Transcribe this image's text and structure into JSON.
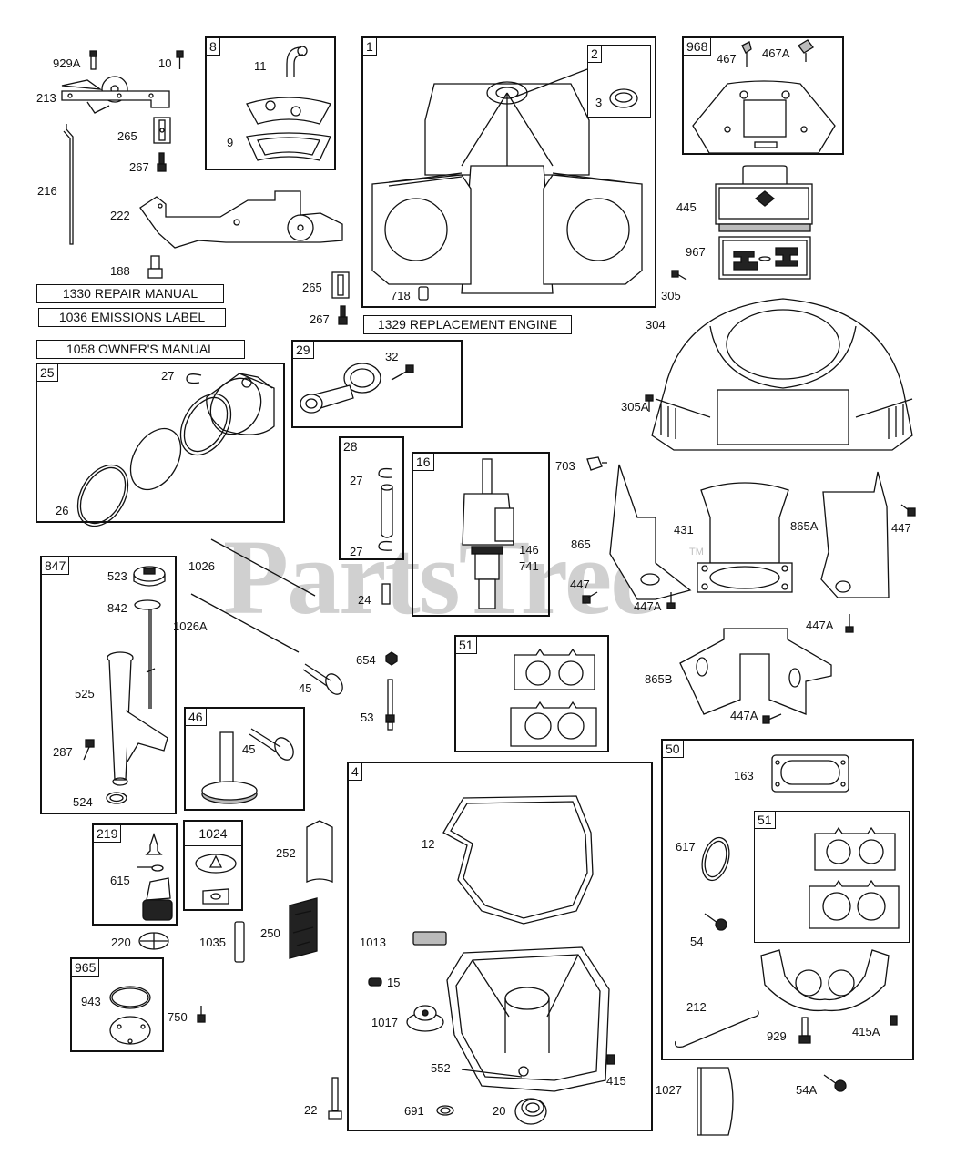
{
  "watermark": {
    "text": "PartsTree",
    "trademark": "TM"
  },
  "documents": {
    "repair_manual": "1330 REPAIR MANUAL",
    "emissions_label": "1036 EMISSIONS LABEL",
    "owners_manual": "1058 OWNER'S MANUAL",
    "replacement_engine": "1329 REPLACEMENT ENGINE"
  },
  "kits": {
    "k1": "1",
    "k2": "2",
    "k8": "8",
    "k968": "968",
    "k25": "25",
    "k29": "29",
    "k28": "28",
    "k16": "16",
    "k847": "847",
    "k46": "46",
    "k51": "51",
    "k4": "4",
    "k50": "50",
    "k51b": "51",
    "k219": "219",
    "k1024": "1024",
    "k965": "965"
  },
  "parts": {
    "p929A": "929A",
    "p10": "10",
    "p213": "213",
    "p265a": "265",
    "p267a": "267",
    "p216": "216",
    "p222": "222",
    "p188": "188",
    "p265b": "265",
    "p267b": "267",
    "p11": "11",
    "p9": "9",
    "p3": "3",
    "p718": "718",
    "p467": "467",
    "p467A": "467A",
    "p445": "445",
    "p967": "967",
    "p305": "305",
    "p304": "304",
    "p305A": "305A",
    "p27a": "27",
    "p26": "26",
    "p32": "32",
    "p27b": "27",
    "p27c": "27",
    "p24": "24",
    "p146": "146",
    "p741": "741",
    "p703": "703",
    "p865": "865",
    "p431": "431",
    "p865A": "865A",
    "p447a": "447",
    "p447b": "447",
    "p447Aa": "447A",
    "p447Ab": "447A",
    "p865B": "865B",
    "p447Ac": "447A",
    "p523": "523",
    "p842": "842",
    "p525": "525",
    "p287": "287",
    "p524": "524",
    "p1026": "1026",
    "p1026A": "1026A",
    "p45a": "45",
    "p45b": "45",
    "p654": "654",
    "p53": "53",
    "p615": "615",
    "p220": "220",
    "p1035": "1035",
    "p252": "252",
    "p250": "250",
    "p943": "943",
    "p750": "750",
    "p22": "22",
    "p12": "12",
    "p1013": "1013",
    "p15": "15",
    "p1017": "1017",
    "p552": "552",
    "p415": "415",
    "p691": "691",
    "p20": "20",
    "p163": "163",
    "p617": "617",
    "p54": "54",
    "p212": "212",
    "p929": "929",
    "p415A": "415A",
    "p1027": "1027",
    "p54A": "54A"
  }
}
